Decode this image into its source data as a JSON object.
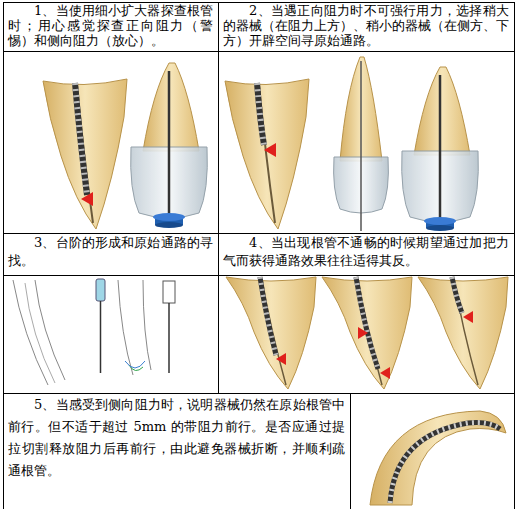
{
  "diagram": {
    "nodes": [
      {
        "text": [
          "1、当使用细小扩大器探查根管时；用心感觉探查正向阻力（警惕）和侧向阻力（放心）。"
        ]
      },
      {
        "text": [
          "2、当遇正向阻力时不可强行用力，选择稍大的器械（在阻力上方）、稍小的器械（在侧方、下方）开辟空间寻原始通路。"
        ]
      },
      {
        "text": [
          "3、台阶的形成和原始通路的寻找。"
        ]
      },
      {
        "text": [
          "4、当出现根管不通畅的时候期望通过加把力气而获得通路效果往往适得其反。"
        ]
      },
      {
        "text": [
          "5、当感受到侧向阻力时，说明器械仍然在原始根管中前行。但不适于超过 5mm 的带阻力前行。是否应通过提拉切割释放阻力后再前行，由此避免器械折断，并顺利疏通根管。"
        ]
      }
    ]
  }
}
